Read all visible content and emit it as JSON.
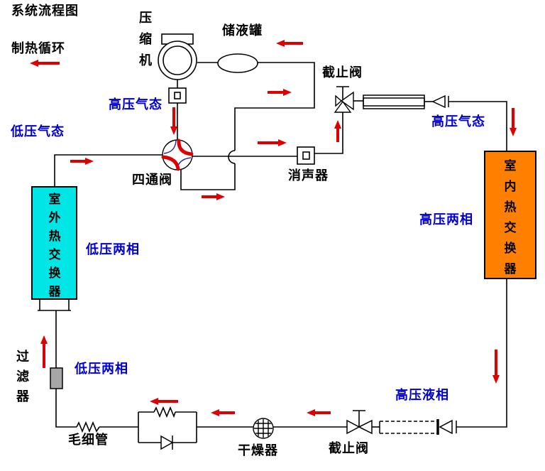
{
  "title": "系统流程图",
  "cycle_label": "制热循环",
  "components": {
    "compressor": "压缩机",
    "accumulator": "储液罐",
    "stop_valve_top": "截止阀",
    "four_way_valve": "四通阀",
    "muffler": "消声器",
    "outdoor_hx": "室外热交换器",
    "indoor_hx": "室内热交换器",
    "filter": "过滤器",
    "capillary": "毛细管",
    "dryer": "干燥器",
    "stop_valve_bottom": "截止阀"
  },
  "state_labels": {
    "hp_gas_discharge": "高压气态",
    "lp_gas": "低压气态",
    "hp_gas_indoor": "高压气态",
    "hp_two_phase": "高压两相",
    "lp_two_phase_outdoor": "低压两相",
    "lp_two_phase_filter": "低压两相",
    "hp_liquid": "高压液相"
  },
  "colors": {
    "outdoor_hx_fill": "#00E6E6",
    "indoor_hx_fill": "#FF8000",
    "filter_fill": "#A6A6A6",
    "arrow_red": "#DD0000",
    "label_blue": "#0000CC",
    "line_black": "#000000"
  }
}
